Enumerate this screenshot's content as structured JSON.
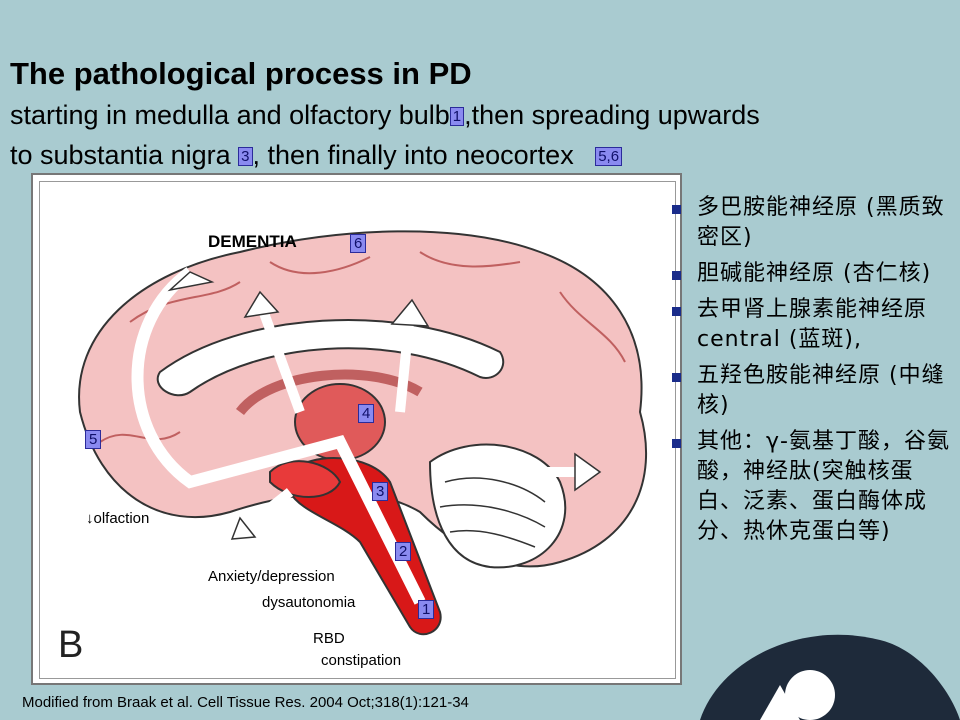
{
  "title": "The pathological process in PD",
  "subtitle": {
    "line1_text": "starting in medulla and olfactory bulb",
    "line1_stage": "1",
    "line1_rest": ",then spreading upwards",
    "line2_text": "to substantia nigra",
    "line2_stage": "3",
    "line2_rest": ", then finally into neocortex",
    "line2_stage2": "5,6"
  },
  "figure": {
    "dementia_label": "DEMENTIA",
    "dementia_stage": "6",
    "stage_4": "4",
    "stage_5": "5",
    "stage_3": "3",
    "stage_2": "2",
    "stage_1": "1",
    "olfaction_label": "↓olfaction",
    "anxiety_label": "Anxiety/depression",
    "dysautonomia_label": "dysautonomia",
    "rbd_label": "RBD",
    "constipation_label": "constipation",
    "panel_letter": "B"
  },
  "caption": "Modified from Braak et al. Cell Tissue Res. 2004 Oct;318(1):121-34",
  "bullets": [
    "多巴胺能神经原 (黑质致密区)",
    "胆碱能神经原 (杏仁核)",
    "去甲肾上腺素能神经原 central (蓝斑),",
    "五羟色胺能神经原 (中缝核)",
    "其他：γ-氨基丁酸，谷氨酸，神经肽(突触核蛋白、泛素、蛋白酶体成分、热休克蛋白等)"
  ],
  "colors": {
    "background": "#a9cbd0",
    "stage_box": "#8a8af0",
    "bullet": "#1a2c8a",
    "cortex": "#f4c2c2",
    "brainstem": "#d81818"
  }
}
